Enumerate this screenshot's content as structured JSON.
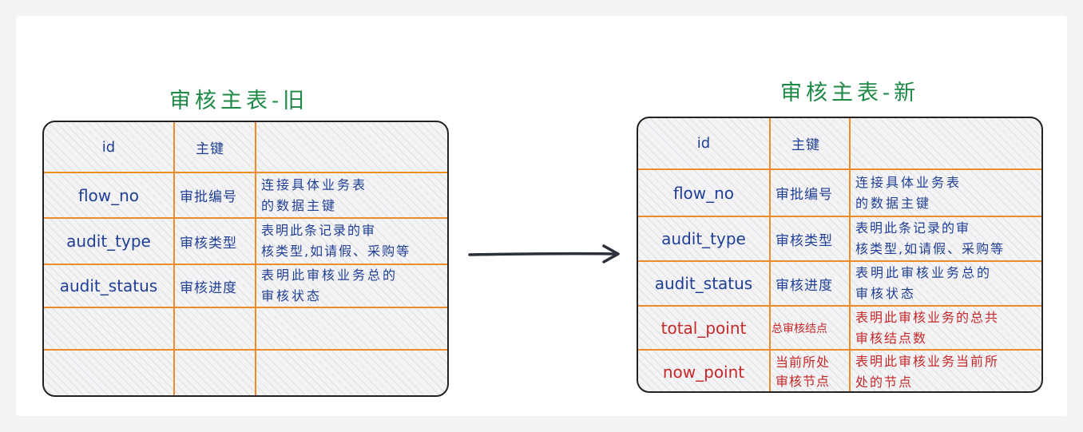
{
  "old_table": {
    "title": "审核主表-旧",
    "header": {
      "name": "id",
      "type": "主键",
      "desc": ""
    },
    "rows": [
      {
        "name": "flow_no",
        "type": "审批编号",
        "desc": "连接具体业务表\n的数据主键"
      },
      {
        "name": "audit_type",
        "type": "审核类型",
        "desc": "表明此条记录的审\n核类型,如请假、采购等"
      },
      {
        "name": "audit_status",
        "type": "审核进度",
        "desc": "表明此审核业务总的\n审核状态"
      },
      {
        "name": "",
        "type": "",
        "desc": ""
      },
      {
        "name": "",
        "type": "",
        "desc": ""
      }
    ]
  },
  "new_table": {
    "title": "审核主表-新",
    "header": {
      "name": "id",
      "type": "主键",
      "desc": ""
    },
    "rows": [
      {
        "name": "flow_no",
        "type": "审批编号",
        "desc": "连接具体业务表\n的数据主键"
      },
      {
        "name": "audit_type",
        "type": "审核类型",
        "desc": "表明此条记录的审\n核类型,如请假、采购等"
      },
      {
        "name": "audit_status",
        "type": "审核进度",
        "desc": "表明此审核业务总的\n审核状态"
      },
      {
        "name": "total_point",
        "type": "总审核结点",
        "desc": "表明此审核业务的总共\n审核结点数"
      },
      {
        "name": "now_point",
        "type": "当前所处\n审核节点",
        "desc": "表明此审核业务当前所\n处的节点"
      }
    ]
  },
  "colors": {
    "title": "#1f8a47",
    "text": "#1f3e96",
    "new_field": "#c62828",
    "grid": "#f08b2a",
    "border": "#222222"
  }
}
